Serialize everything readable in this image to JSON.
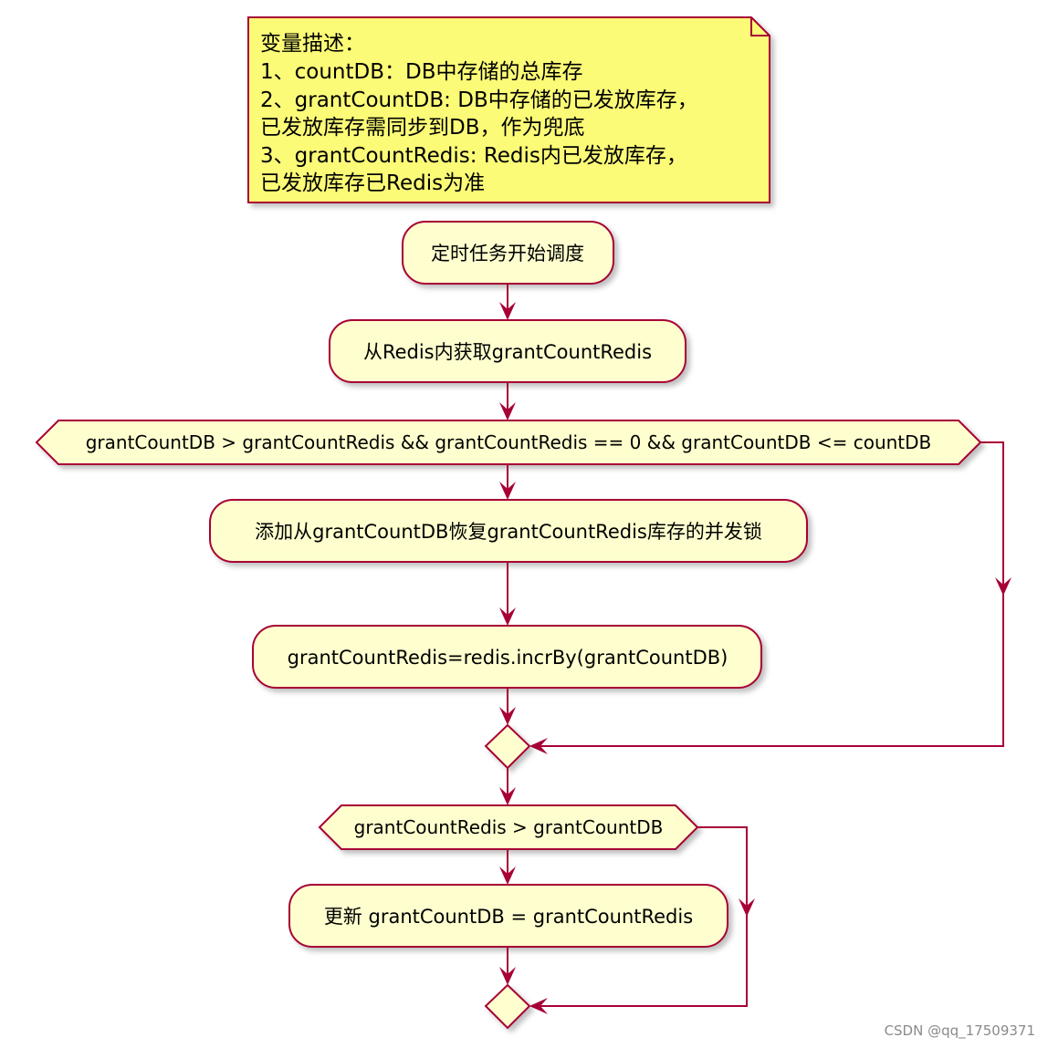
{
  "note": {
    "lines": [
      "变量描述：",
      "1、countDB：DB中存储的总库存",
      "2、grantCountDB: DB中存储的已发放库存，",
      "已发放库存需同步到DB，作为兜底",
      "3、grantCountRedis: Redis内已发放库存，",
      "已发放库存已Redis为准"
    ]
  },
  "nodes": {
    "start": "定时任务开始调度",
    "fetch_redis": "从Redis内获取grantCountRedis",
    "condition1": "grantCountDB > grantCountRedis && grantCountRedis == 0 && grantCountDB <= countDB",
    "add_lock": "添加从grantCountDB恢复grantCountRedis库存的并发锁",
    "incr": "grantCountRedis=redis.incrBy(grantCountDB)",
    "condition2": "grantCountRedis > grantCountDB",
    "update": "更新 grantCountDB = grantCountRedis"
  },
  "watermark": "CSDN @qq_17509371",
  "colors": {
    "note_fill": "#fbfb77",
    "note_stroke": "#a80036",
    "node_fill": "#fefece",
    "stroke": "#a80036",
    "shadow": "#c8c8c8"
  }
}
